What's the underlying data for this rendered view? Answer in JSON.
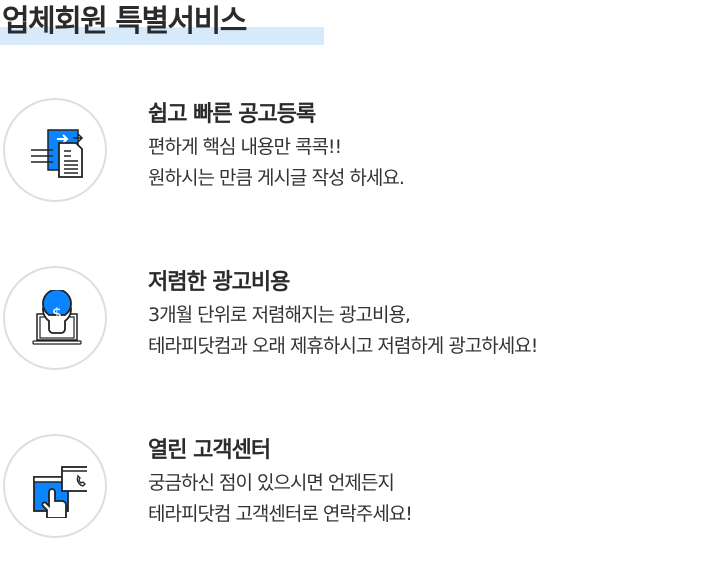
{
  "title": "업체회원 특별서비스",
  "accent": "#0a84ff",
  "features": [
    {
      "icon": "document-transfer-icon",
      "heading": "쉽고 빠른 공고등록",
      "lines": [
        "편하게 핵심 내용만 콕콕!!",
        "원하시는 만큼 게시글 작성 하세요."
      ]
    },
    {
      "icon": "dollar-lightbulb-laptop-icon",
      "heading": "저렴한 광고비용",
      "lines": [
        "3개월 단위로 저렴해지는 광고비용,",
        "테라피닷컴과 오래 제휴하시고 저렴하게 광고하세요!"
      ]
    },
    {
      "icon": "touch-phone-support-icon",
      "heading": "열린 고객센터",
      "lines": [
        "궁금하신 점이 있으시면 언제든지",
        "테라피닷컴 고객센터로 연락주세요!"
      ]
    }
  ]
}
